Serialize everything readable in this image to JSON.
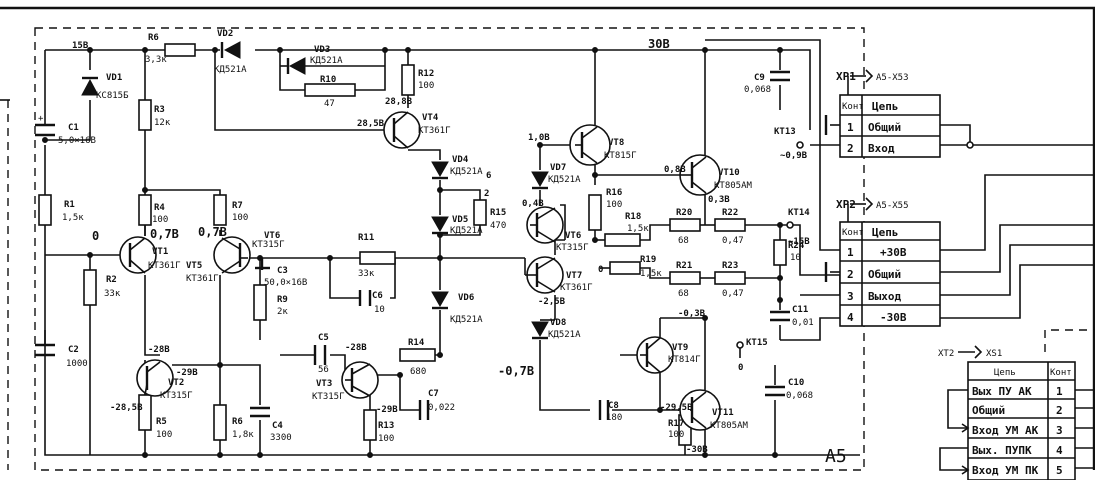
{
  "module": "А5",
  "nodes": {
    "v15": "15В",
    "v30_top": "30В",
    "n0": "0",
    "v07_r5": "0,7В",
    "v07_r7": "0,7В",
    "v28_a": "-28В",
    "v28_b": "-28В",
    "v07_mid": "-0,7В",
    "v28_5a": "-28,5В",
    "v29a": "-29В",
    "v29_5": "-29,5В",
    "v30b": "-30В",
    "v03": "-0,3В",
    "v1_0": "1,0В",
    "v0_4": "0,4В",
    "v0_8": "0,8В",
    "v0_3": "0,3В",
    "v_258": "-2,5В",
    "v_28_8": "28,8В",
    "v_28_5": "28,5В",
    "v_0_9": "~0,9В",
    "v_15": "~15В",
    "n6": "6",
    "n2": "2",
    "n0b": "0",
    "n0c": "0"
  },
  "components": {
    "R1": {
      "ref": "R1",
      "val": "1,5к"
    },
    "R2": {
      "ref": "R2",
      "val": "33к"
    },
    "R3": {
      "ref": "R3",
      "val": "12к"
    },
    "R4": {
      "ref": "R4",
      "val": "100"
    },
    "R5": {
      "ref": "R5",
      "val": "100"
    },
    "R6": {
      "ref": "R6",
      "val": "1,8к"
    },
    "R7": {
      "ref": "R7",
      "val": "100"
    },
    "R8": {
      "ref": "R6",
      "val": "3,3к"
    },
    "R9": {
      "ref": "R9",
      "val": "2к"
    },
    "R10": {
      "ref": "R10",
      "val": "47"
    },
    "R11": {
      "ref": "R11",
      "val": "33к"
    },
    "R12": {
      "ref": "R12",
      "val": "100"
    },
    "R13": {
      "ref": "R13",
      "val": "100"
    },
    "R14": {
      "ref": "R14",
      "val": "680"
    },
    "R15": {
      "ref": "R15",
      "val": "470"
    },
    "R16": {
      "ref": "R16",
      "val": "100"
    },
    "R17": {
      "ref": "R17",
      "val": "100"
    },
    "R18": {
      "ref": "R18",
      "val": "1,5к"
    },
    "R19": {
      "ref": "R19",
      "val": "1,5к"
    },
    "R20": {
      "ref": "R20",
      "val": "68"
    },
    "R21": {
      "ref": "R21",
      "val": "68"
    },
    "R22": {
      "ref": "R22",
      "val": "0,47"
    },
    "R23": {
      "ref": "R23",
      "val": "0,47"
    },
    "R24": {
      "ref": "R24",
      "val": "10"
    },
    "C1": {
      "ref": "C1",
      "val": "5,0×16В"
    },
    "C2": {
      "ref": "C2",
      "val": "1000"
    },
    "C3": {
      "ref": "C3",
      "val": "50,0×16В"
    },
    "C4": {
      "ref": "C4",
      "val": "3300"
    },
    "C5": {
      "ref": "C5",
      "val": "56"
    },
    "C6": {
      "ref": "C6",
      "val": "10"
    },
    "C7": {
      "ref": "C7",
      "val": "0,022"
    },
    "C8": {
      "ref": "C8",
      "val": "180"
    },
    "C9": {
      "ref": "C9",
      "val": "0,068"
    },
    "C10": {
      "ref": "C10",
      "val": "0,068"
    },
    "C11": {
      "ref": "C11",
      "val": "0,01"
    },
    "VD1": {
      "ref": "VD1",
      "val": "КС815Б"
    },
    "VD2": {
      "ref": "VD2",
      "val": "КД521А"
    },
    "VD3": {
      "ref": "VD3",
      "val": "КД521А"
    },
    "VD4": {
      "ref": "VD4",
      "val": "КД521А"
    },
    "VD5": {
      "ref": "VD5",
      "val": "КД521А"
    },
    "VD6": {
      "ref": "VD6",
      "val": "КД521А"
    },
    "VD7": {
      "ref": "VD7",
      "val": "КД521А"
    },
    "VD8": {
      "ref": "VD8",
      "val": "КД521А"
    },
    "VT1": {
      "ref": "VT1",
      "val": "КТ361Г"
    },
    "VT2": {
      "ref": "VT2",
      "val": "КТ315Г"
    },
    "VT3": {
      "ref": "VT3",
      "val": "КТ315Г"
    },
    "VT4": {
      "ref": "VT4",
      "val": "КТ361Г"
    },
    "VT5": {
      "ref": "VT5",
      "val": "КТ361Г"
    },
    "VT6": {
      "ref": "VT6",
      "val": "КТ315Г"
    },
    "VT7": {
      "ref": "VT7",
      "val": "КТ361Г"
    },
    "VT8": {
      "ref": "VT8",
      "val": "КТ815Г"
    },
    "VT9": {
      "ref": "VT9",
      "val": "КТ814Г"
    },
    "VT10": {
      "ref": "VT10",
      "val": "КТ805АМ"
    },
    "VT11": {
      "ref": "VT11",
      "val": "КТ805АМ"
    }
  },
  "test_points": {
    "KT13": "КТ13",
    "KT14": "КТ14",
    "KT15": "КТ15"
  },
  "connectors": {
    "xp1": {
      "ref": "XP1",
      "target": "А5-Х53",
      "header_k": "Конт",
      "header_c": "Цепь",
      "rows": [
        {
          "n": "1",
          "name": "Общий"
        },
        {
          "n": "2",
          "name": "Вход"
        }
      ]
    },
    "xp2": {
      "ref": "XP2",
      "target": "А5-Х55",
      "header_k": "Конт",
      "header_c": "Цепь",
      "rows": [
        {
          "n": "1",
          "name": "+30В"
        },
        {
          "n": "2",
          "name": "Общий"
        },
        {
          "n": "3",
          "name": "Выход"
        },
        {
          "n": "4",
          "name": "-30В"
        }
      ]
    },
    "xt2": {
      "ref": "XT2",
      "target": "XS1",
      "header_c": "Цепь",
      "header_k": "Конт",
      "rows": [
        {
          "n": "1",
          "name": "Вых ПУ АК"
        },
        {
          "n": "2",
          "name": "Общий"
        },
        {
          "n": "3",
          "name": "Вход УМ АК"
        },
        {
          "n": "4",
          "name": "Вых. ПУПК"
        },
        {
          "n": "5",
          "name": "Вход УМ ПК"
        }
      ]
    }
  }
}
